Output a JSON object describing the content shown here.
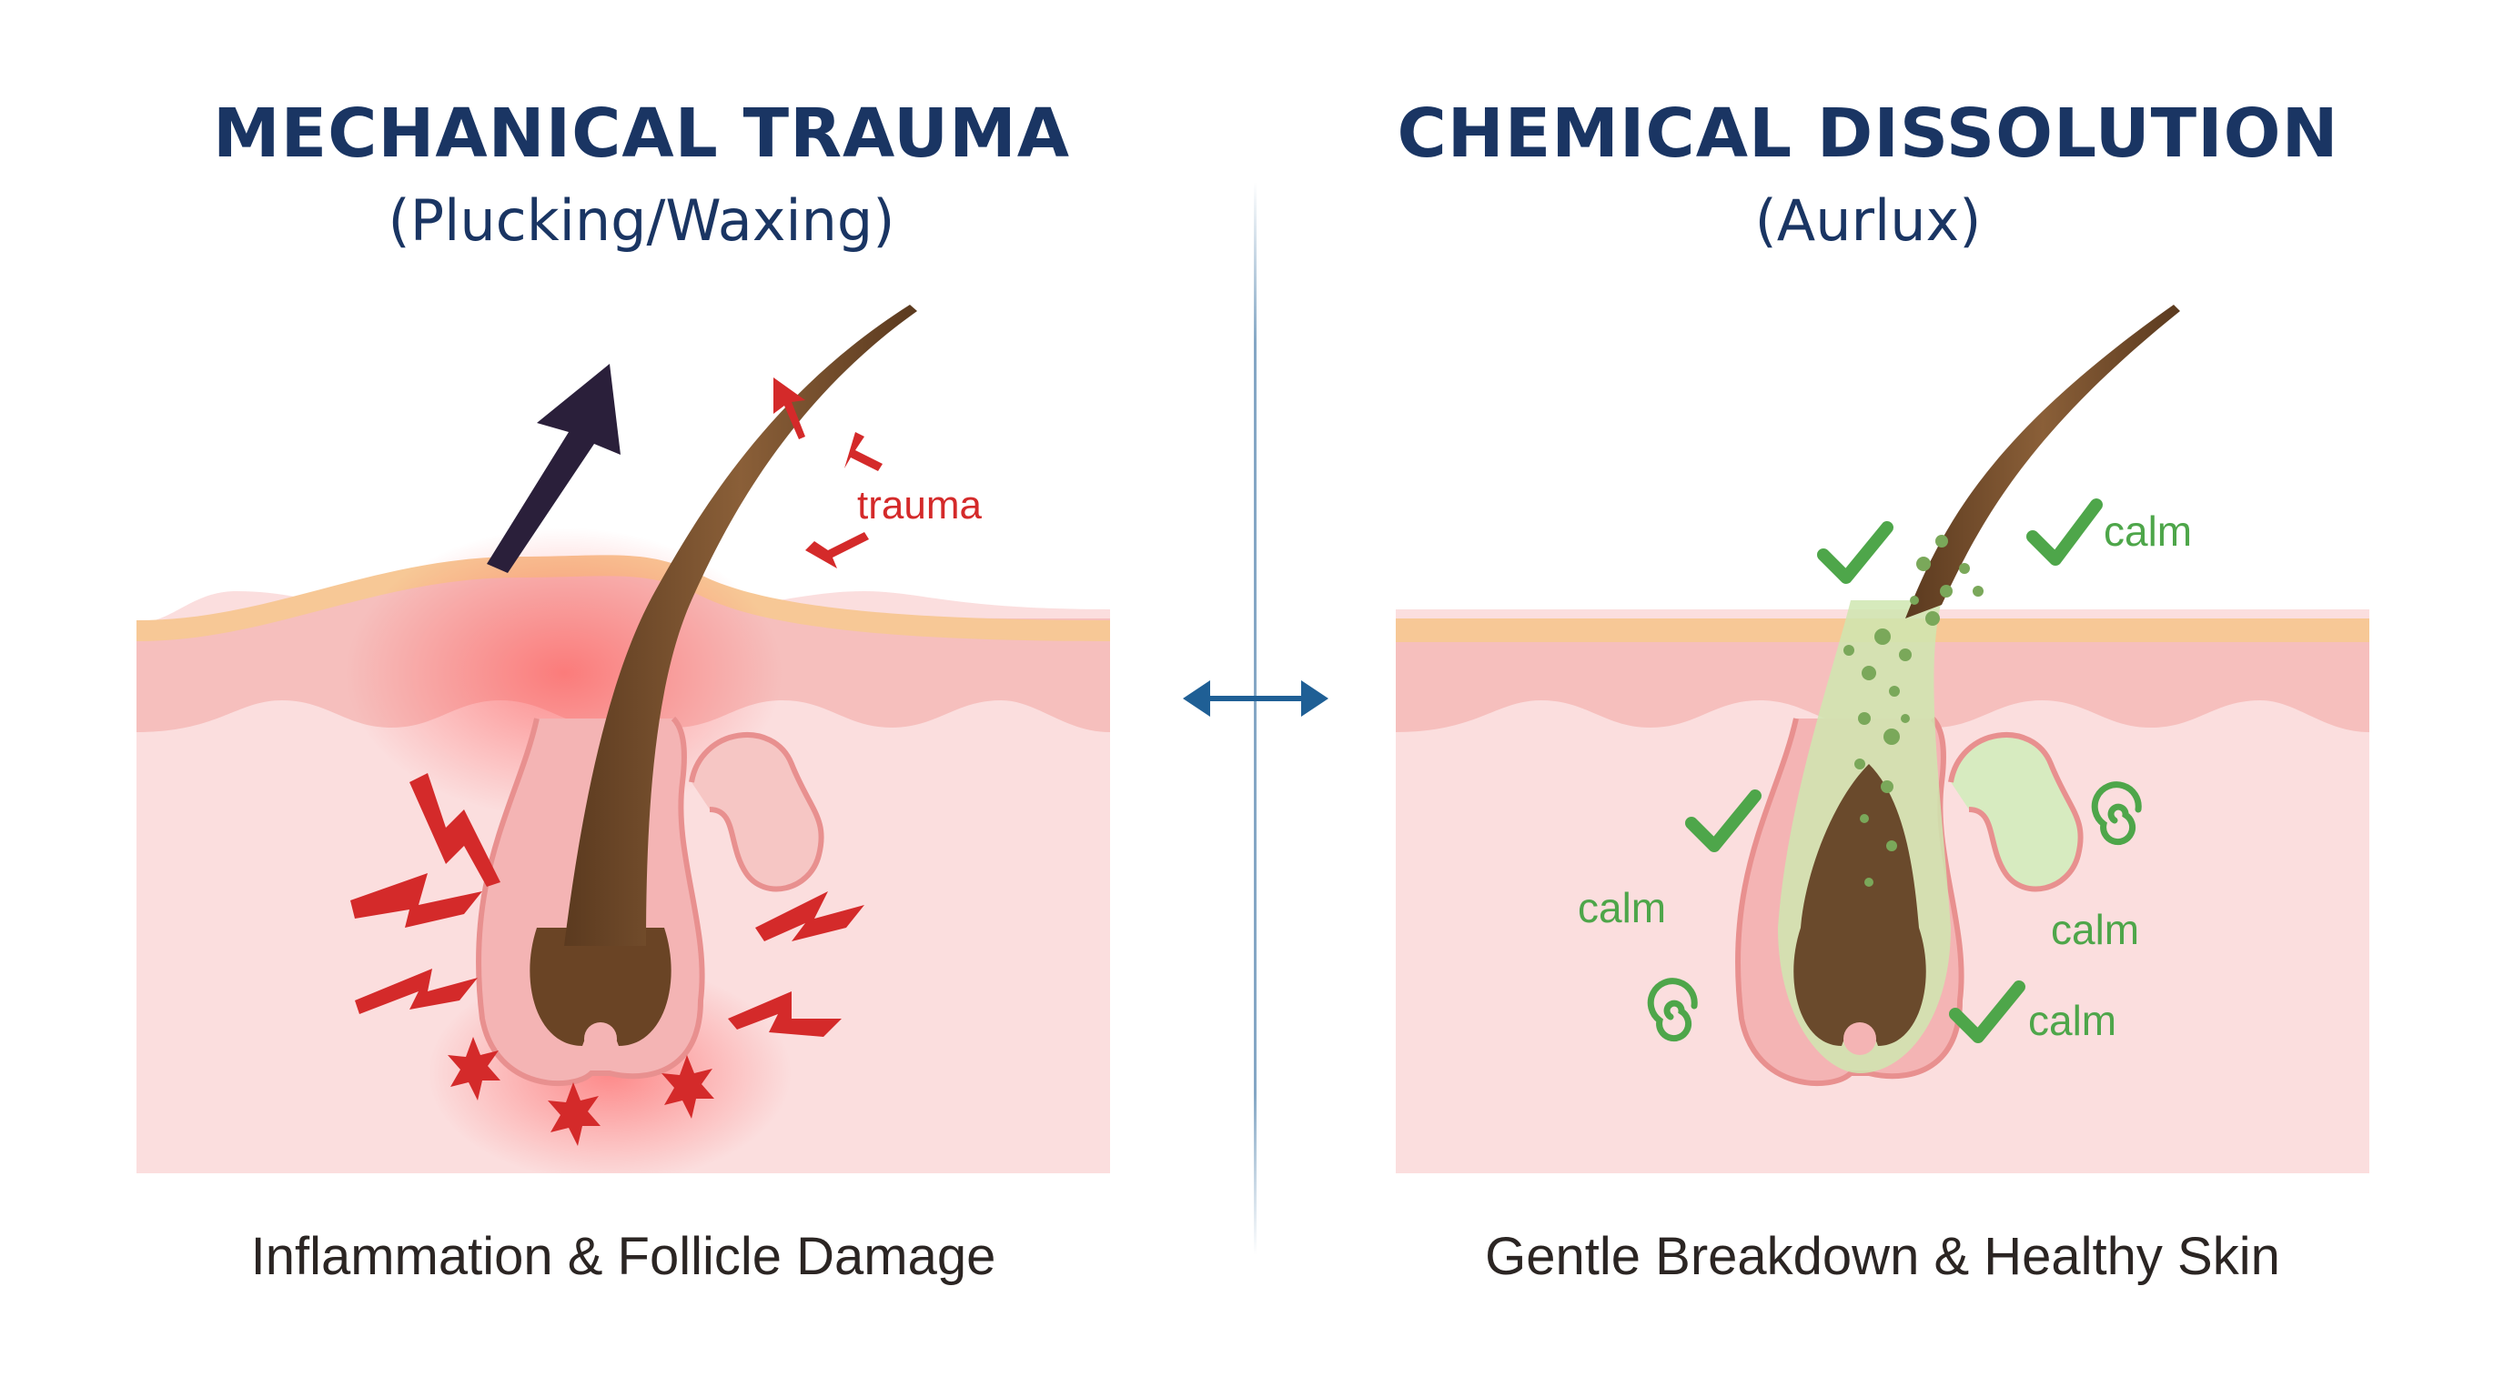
{
  "left": {
    "title": "MECHANICAL TRAUMA",
    "subtitle": "(Plucking/Waxing)",
    "annotation": "trauma",
    "caption": "Inflammation & Follicle Damage"
  },
  "right": {
    "title": "CHEMICAL DISSOLUTION",
    "subtitle": "(Aurlux)",
    "annotations": [
      "calm",
      "calm",
      "calm",
      "calm"
    ],
    "caption": "Gentle Breakdown & Healthy Skin"
  },
  "colors": {
    "title": "#1a3563",
    "trauma_red": "#d42a2a",
    "calm_green": "#4ea64a",
    "divider_blue": "#1f5f95",
    "hair": "#6e4a2a",
    "skin": "#f6c9c4"
  }
}
